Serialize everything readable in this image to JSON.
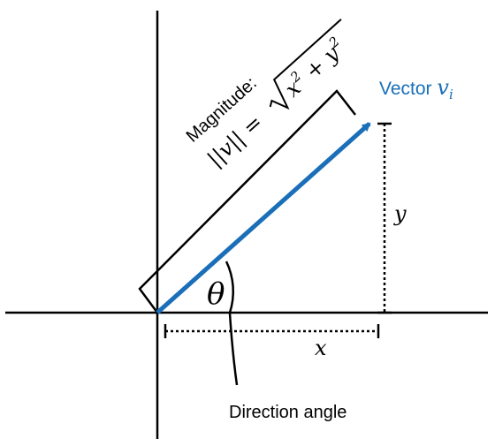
{
  "diagram": {
    "vector_label": {
      "prefix": "Vector ",
      "symbol": "v",
      "subscript": "i",
      "color": "#1a6fb8"
    },
    "magnitude_title": "Magnitude:",
    "magnitude_formula": {
      "lhs": "||v|| =",
      "x_term": "x",
      "x_exp": "2",
      "plus": " + ",
      "y_term": "y",
      "y_exp": "2"
    },
    "x_label": "x",
    "y_label": "y",
    "angle_symbol": "θ",
    "direction_angle_label": "Direction angle",
    "colors": {
      "vector": "#1a6fb8",
      "ink": "#000000"
    }
  }
}
